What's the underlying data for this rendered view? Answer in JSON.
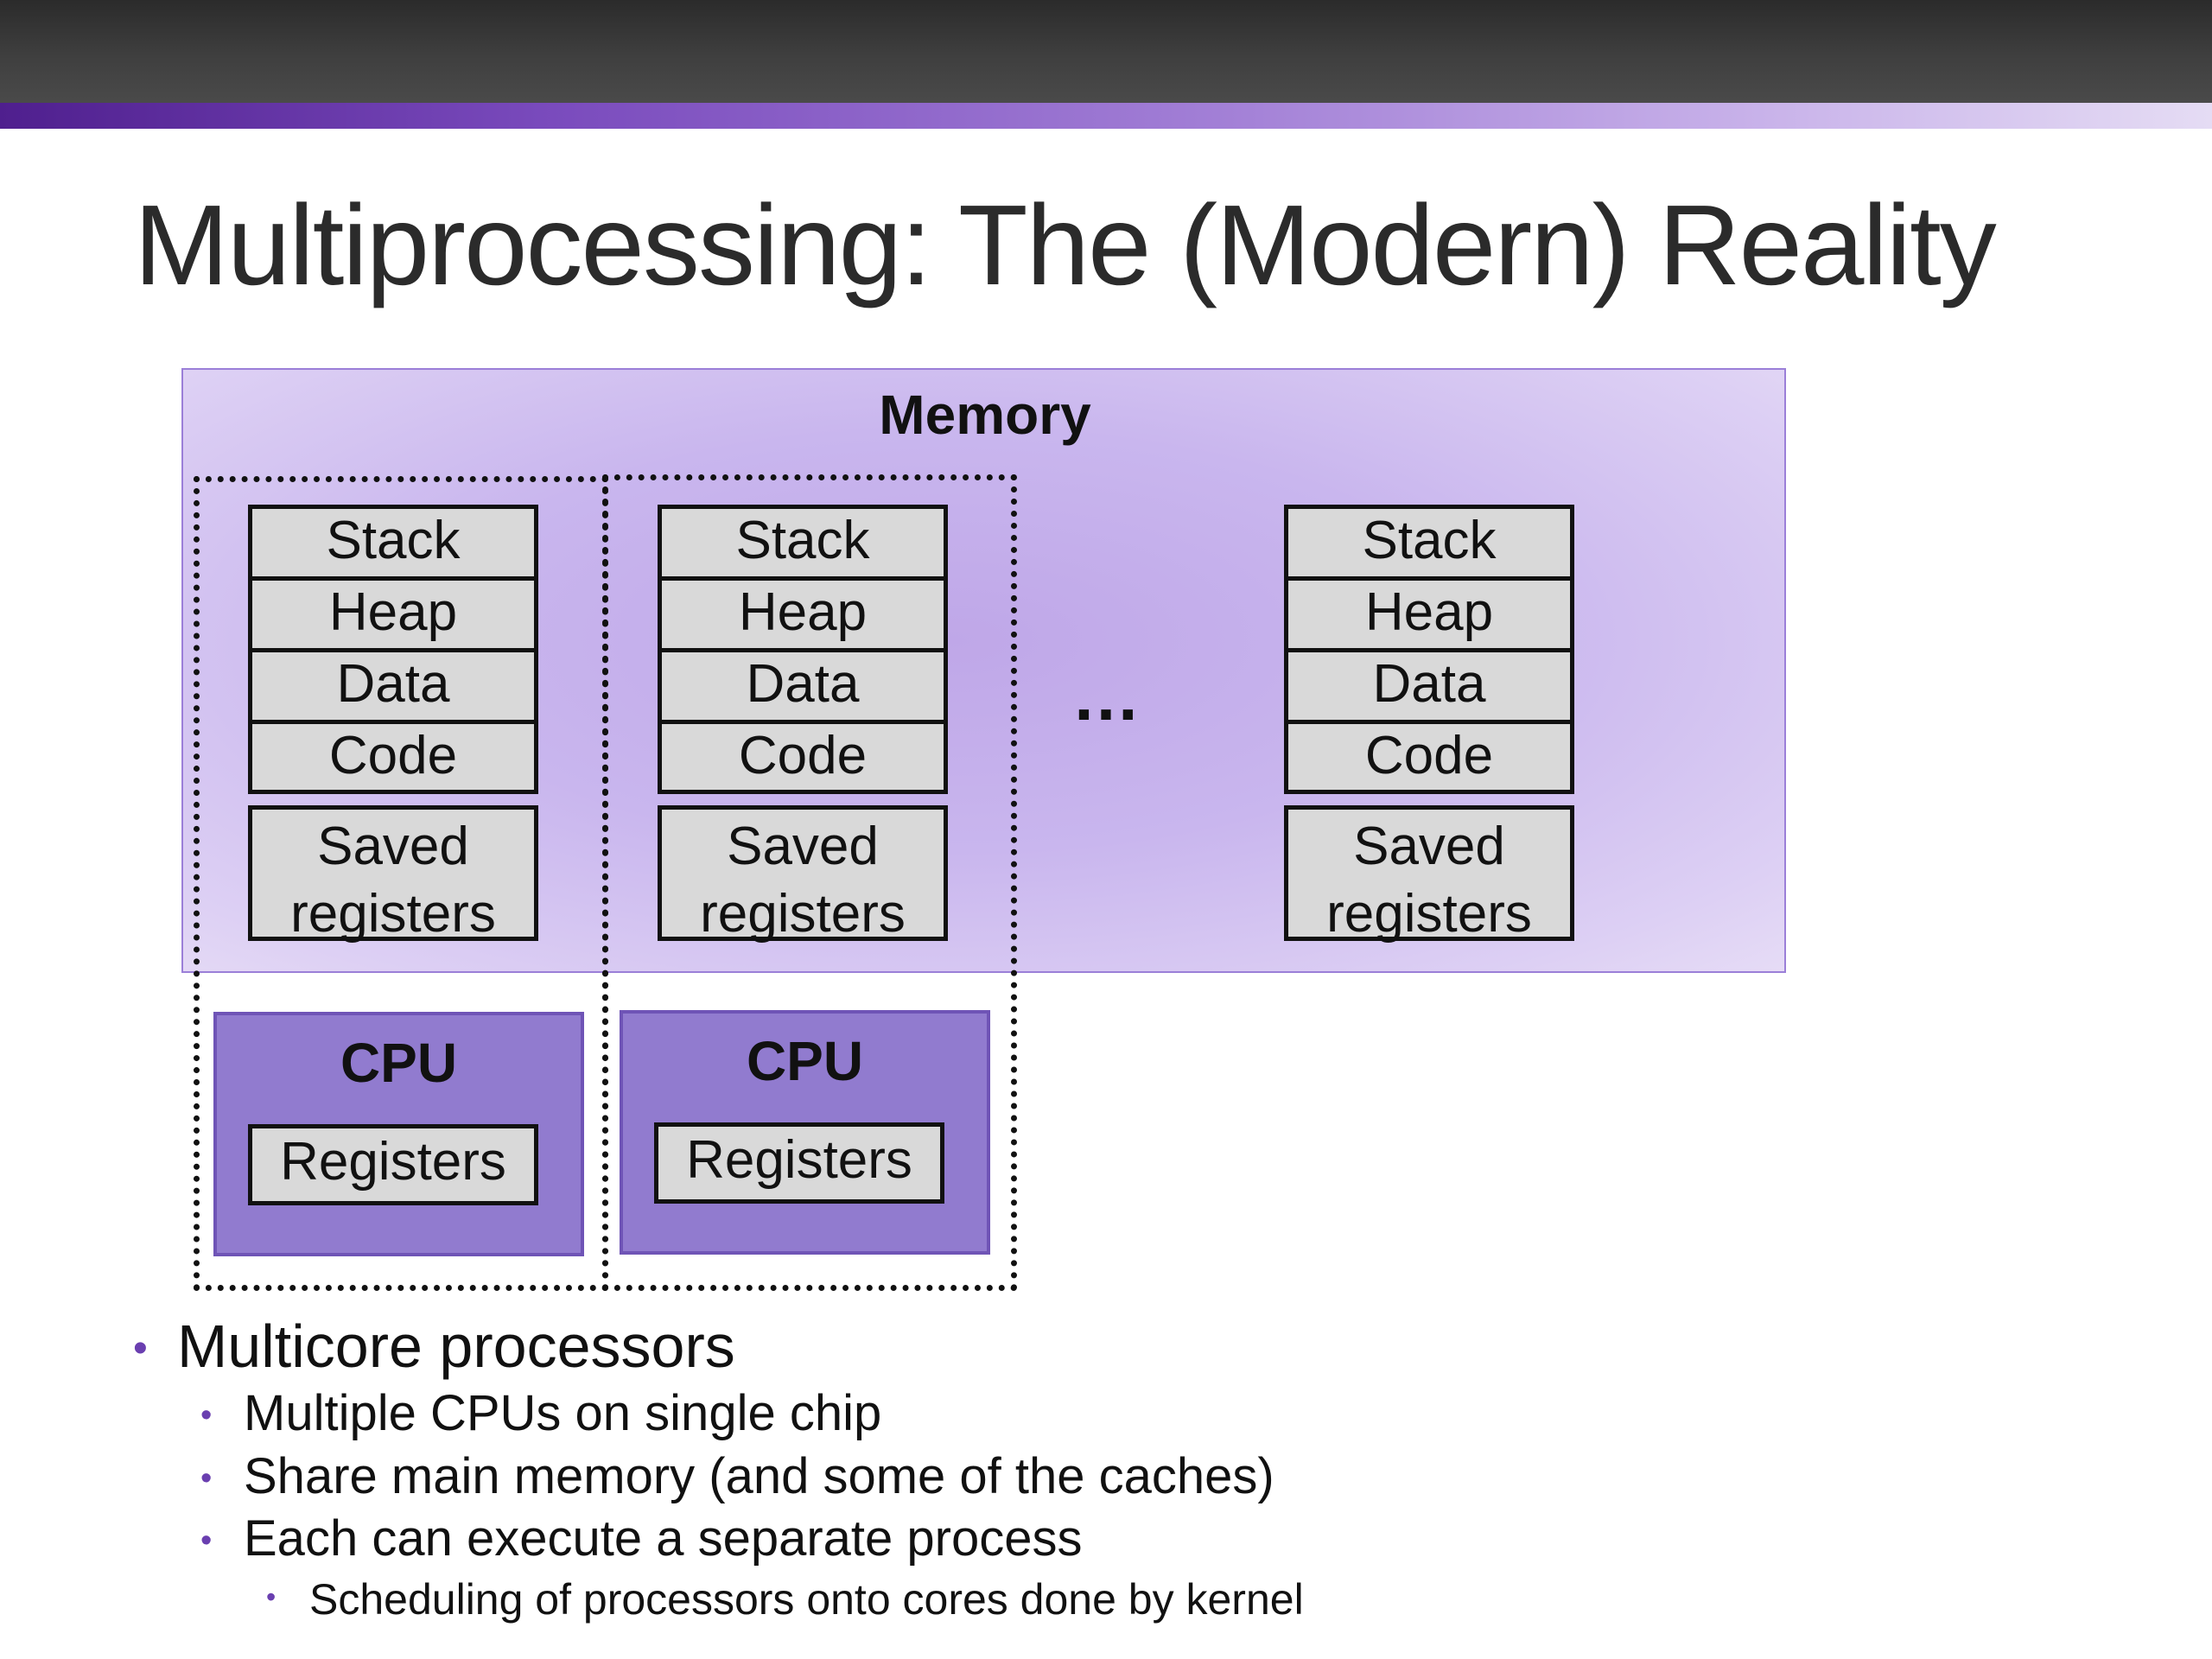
{
  "title": "Multiprocessing: The (Modern) Reality",
  "memory": {
    "label": "Memory",
    "ellipsis": "…",
    "processes": [
      {
        "segments": [
          "Stack",
          "Heap",
          "Data",
          "Code"
        ],
        "saved": [
          "Saved",
          "registers"
        ]
      },
      {
        "segments": [
          "Stack",
          "Heap",
          "Data",
          "Code"
        ],
        "saved": [
          "Saved",
          "registers"
        ]
      },
      {
        "segments": [
          "Stack",
          "Heap",
          "Data",
          "Code"
        ],
        "saved": [
          "Saved",
          "registers"
        ]
      }
    ]
  },
  "cpus": [
    {
      "label": "CPU",
      "registers": "Registers"
    },
    {
      "label": "CPU",
      "registers": "Registers"
    }
  ],
  "bullets": {
    "l1": "Multicore processors",
    "l2": [
      "Multiple CPUs on single chip",
      "Share main memory (and some of the caches)",
      "Each can execute a separate process"
    ],
    "l3": "Scheduling of processors onto cores done by kernel"
  },
  "colors": {
    "accent": "#7a4bbd",
    "memory_fill": "#c9b6ee",
    "cpu_fill": "#917bcf",
    "segment_fill": "#d9d9d9"
  }
}
